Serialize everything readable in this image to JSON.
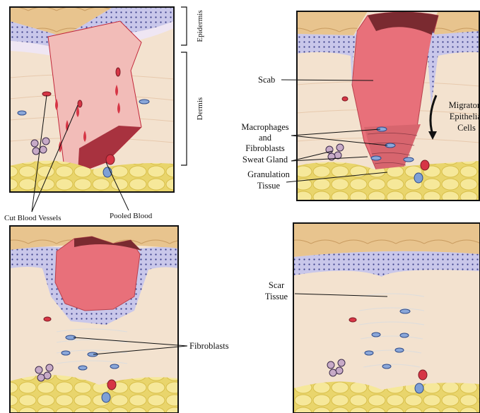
{
  "panel1": {
    "epidermis": "Epidermis",
    "dermis": "Dermis",
    "cut_vessels": "Cut Blood Vessels",
    "pooled_blood": "Pooled Blood"
  },
  "panel2": {
    "scab": "Scab",
    "migratory_line1": "Migratory",
    "migratory_line2": "Epithelial",
    "migratory_line3": "Cells",
    "macro_line1": "Macrophages",
    "macro_line2": "and",
    "macro_line3": "Fibroblasts",
    "sweat_gland": "Sweat Gland",
    "gran_line1": "Granulation",
    "gran_line2": "Tissue"
  },
  "panel3": {
    "fibroblasts": "Fibroblasts"
  },
  "panel4": {
    "scar_line1": "Scar",
    "scar_line2": "Tissue"
  },
  "colors": {
    "dermis": "#f3e2cf",
    "epidermis": "#c9c7ea",
    "scab": "#e8707a",
    "fat": "#f2e28a",
    "blood": "#c2283a"
  }
}
